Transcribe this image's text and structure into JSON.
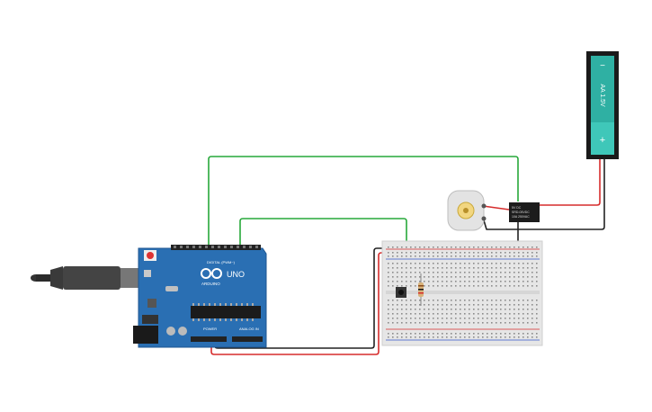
{
  "arduino": {
    "logo_text": "ARDUINO",
    "model": "UNO",
    "digital_header": "DIGITAL (PWM~)",
    "analog_header": "ANALOG IN",
    "power_header": "POWER"
  },
  "battery": {
    "label": "AA 1.5V",
    "minus": "−",
    "plus": "+"
  },
  "relay": {
    "text1": "5V DC",
    "text2": "SRD-05VDC",
    "text3": "10A 250VAC"
  },
  "colors": {
    "board": "#2a6fb3",
    "breadboard": "#e6e6e6",
    "wire_green": "#27a83a",
    "wire_red": "#d62c2c",
    "wire_black": "#222222",
    "battery_body": "#2fb0a3"
  }
}
